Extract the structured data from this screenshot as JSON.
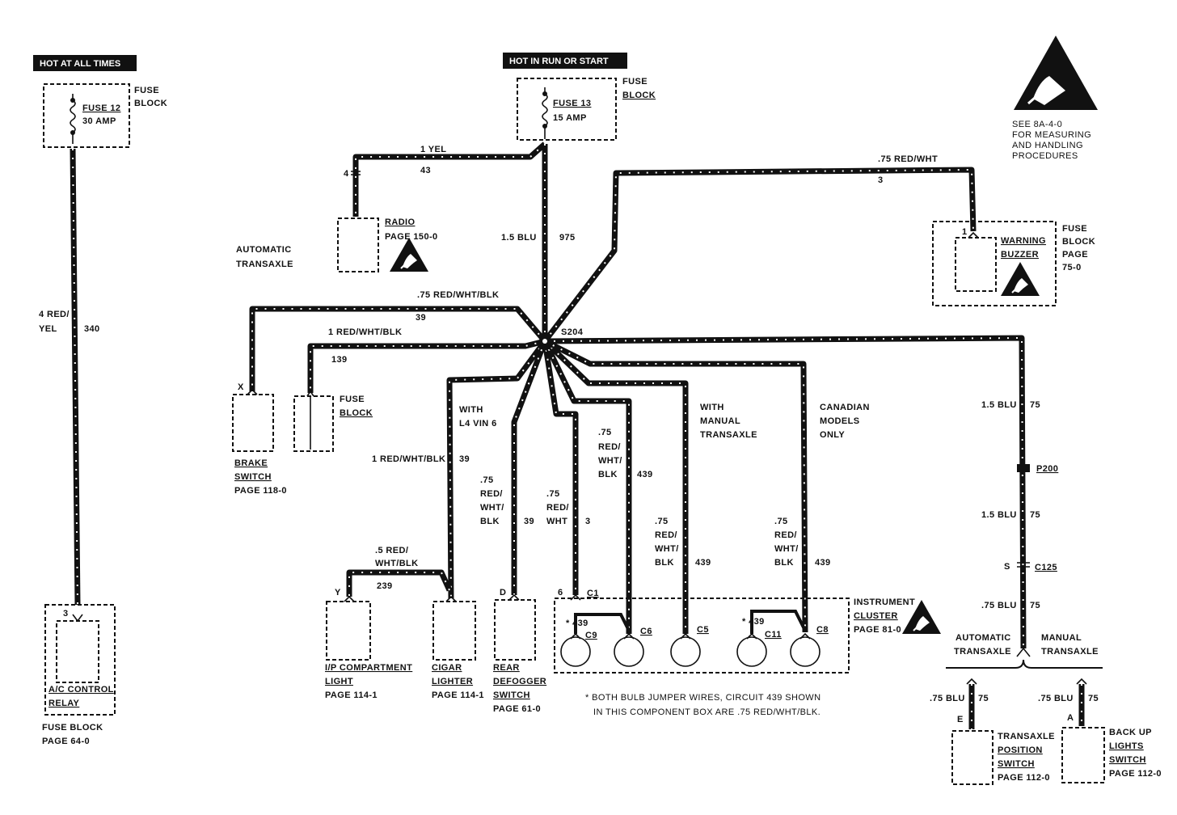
{
  "headers": {
    "hot_all_times": "HOT AT ALL TIMES",
    "hot_run_start": "HOT IN RUN OR START"
  },
  "fuses": {
    "fuse12": {
      "name": "FUSE 12",
      "rating": "30 AMP",
      "block_line1": "FUSE",
      "block_line2": "BLOCK"
    },
    "fuse13": {
      "name": "FUSE 13",
      "rating": "15 AMP",
      "block_line1": "FUSE",
      "block_line2": "BLOCK"
    }
  },
  "esd_note": [
    "SEE 8A-4-0",
    "FOR MEASURING",
    "AND HANDLING",
    "PROCEDURES"
  ],
  "wires": {
    "left_main": {
      "color_l1": "4 RED/",
      "color_l2": "YEL",
      "circuit": "340"
    },
    "radio_feed": {
      "color": "1 YEL",
      "circuit": "43",
      "pin": "4"
    },
    "main_feed": {
      "color": "1.5 BLU",
      "circuit": "975"
    },
    "buzzer_feed": {
      "color": ".75 RED/WHT",
      "circuit": "3",
      "pin": "1"
    },
    "brake_feed": {
      "color": ".75 RED/WHT/BLK",
      "circuit": "39",
      "pin": "X"
    },
    "fuse_block_feed": {
      "color": "1 RED/WHT/BLK",
      "circuit": "139"
    },
    "cigar_feed": {
      "color": "1 RED/WHT/BLK",
      "circuit": "39"
    },
    "compartment_feed": {
      "color_l1": ".5 RED/",
      "color_l2": "WHT/BLK",
      "circuit": "239",
      "pin": "Y"
    },
    "defog_feed": {
      "c1": ".75",
      "c2": "RED/",
      "c3": "WHT/",
      "c4": "BLK",
      "circuit": "39",
      "pin": "D"
    },
    "cluster_c1_feed": {
      "c1": ".75",
      "c2": "RED/",
      "c3": "WHT",
      "circuit": "3",
      "pin": "6"
    },
    "cluster_c6_feed": {
      "c1": ".75",
      "c2": "RED/",
      "c3": "WHT/",
      "c4": "BLK",
      "circuit": "439"
    },
    "cluster_c5_feed": {
      "c1": ".75",
      "c2": "RED/",
      "c3": "WHT/",
      "c4": "BLK",
      "circuit": "439"
    },
    "cluster_c8_feed": {
      "c1": ".75",
      "c2": "RED/",
      "c3": "WHT/",
      "c4": "BLK",
      "circuit": "439"
    },
    "right_main_1": {
      "color": "1.5 BLU",
      "circuit": "75"
    },
    "right_main_2": {
      "color": "1.5 BLU",
      "circuit": "75"
    },
    "right_main_3": {
      "color": ".75 BLU",
      "circuit": "75"
    },
    "tps_feed": {
      "color": ".75 BLU",
      "circuit": "75",
      "pin": "E"
    },
    "backup_feed": {
      "color": ".75 BLU",
      "circuit": "75",
      "pin": "A"
    }
  },
  "notes": {
    "auto_transaxle_l1": "AUTOMATIC",
    "auto_transaxle_l2": "TRANSAXLE",
    "with_l4_l1": "WITH",
    "with_l4_l2": "L4 VIN 6",
    "manual_l1": "WITH",
    "manual_l2": "MANUAL",
    "manual_l3": "TRANSAXLE",
    "canadian_l1": "CANADIAN",
    "canadian_l2": "MODELS",
    "canadian_l3": "ONLY",
    "splice": "S204",
    "p200": "P200",
    "c125": "C125",
    "c125_pin": "S",
    "branch_auto_l1": "AUTOMATIC",
    "branch_auto_l2": "TRANSAXLE",
    "branch_manual_l1": "MANUAL",
    "branch_manual_l2": "TRANSAXLE",
    "footnote_l1": "* BOTH BULB JUMPER WIRES, CIRCUIT 439 SHOWN",
    "footnote_l2": "IN THIS COMPONENT BOX ARE .75 RED/WHT/BLK."
  },
  "components": {
    "ac_relay": {
      "pin": "3",
      "name_l1": "A/C CONTROL",
      "name_l2": "RELAY",
      "loc": "FUSE BLOCK",
      "page": "PAGE 64-0"
    },
    "radio": {
      "name": "RADIO",
      "page": "PAGE 150-0"
    },
    "warning_buzzer": {
      "name_l1": "WARNING",
      "name_l2": "BUZZER",
      "loc_l1": "FUSE",
      "loc_l2": "BLOCK",
      "page_l1": "PAGE",
      "page_l2": "75-0"
    },
    "brake_switch": {
      "name_l1": "BRAKE",
      "name_l2": "SWITCH",
      "page": "PAGE 118-0"
    },
    "fuse_block": {
      "l1": "FUSE",
      "l2": "BLOCK"
    },
    "compartment_light": {
      "name_l1": "I/P COMPARTMENT",
      "name_l2": "LIGHT",
      "page": "PAGE 114-1"
    },
    "cigar_lighter": {
      "name_l1": "CIGAR",
      "name_l2": "LIGHTER",
      "page": "PAGE 114-1"
    },
    "rear_defogger": {
      "name_l1": "REAR",
      "name_l2": "DEFOGGER",
      "name_l3": "SWITCH",
      "page": "PAGE 61-0"
    },
    "instrument_cluster": {
      "name_l1": "INSTRUMENT",
      "name_l2": "CLUSTER",
      "page": "PAGE 81-0",
      "c1": "C1",
      "c9": "C9",
      "c6": "C6",
      "c5": "C5",
      "c11": "C11",
      "c8": "C8",
      "j1": "* 439",
      "j2": "* 439"
    },
    "tps": {
      "name_l1": "TRANSAXLE",
      "name_l2": "POSITION",
      "name_l3": "SWITCH",
      "page": "PAGE 112-0"
    },
    "backup_lights": {
      "name_l1": "BACK UP",
      "name_l2": "LIGHTS",
      "name_l3": "SWITCH",
      "page": "PAGE 112-0"
    }
  }
}
